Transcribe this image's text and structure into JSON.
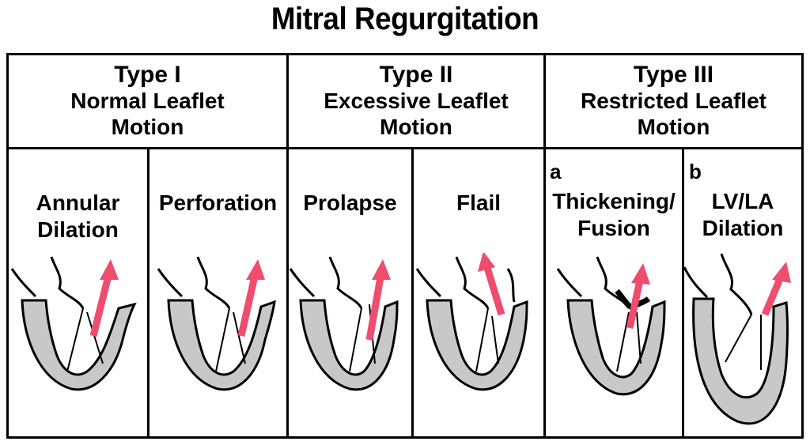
{
  "title": "Mitral Regurgitation",
  "types": [
    {
      "type": "Type I",
      "line1": "Normal Leaflet",
      "line2": "Motion"
    },
    {
      "type": "Type II",
      "line1": "Excessive Leaflet",
      "line2": "Motion"
    },
    {
      "type": "Type III",
      "line1": "Restricted Leaflet",
      "line2": "Motion"
    }
  ],
  "cells": [
    {
      "line1": "Annular",
      "line2": "Dilation",
      "letter": ""
    },
    {
      "line1": "Perforation",
      "line2": "",
      "letter": ""
    },
    {
      "line1": "Prolapse",
      "line2": "",
      "letter": ""
    },
    {
      "line1": "Flail",
      "line2": "",
      "letter": ""
    },
    {
      "line1": "Thickening/",
      "line2": "Fusion",
      "letter": "a"
    },
    {
      "line1": "LV/LA",
      "line2": "Dilation",
      "letter": "b"
    }
  ],
  "colors": {
    "arrow": "#ee4d6e",
    "myocardium": "#c8c8c8",
    "line": "#000000"
  }
}
